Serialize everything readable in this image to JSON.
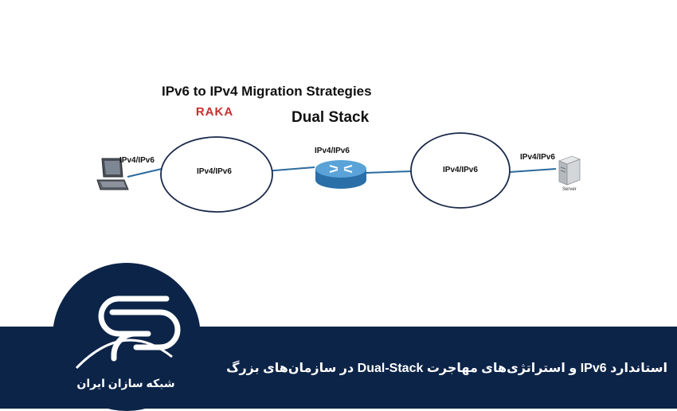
{
  "diagram": {
    "title": "IPv6 to IPv4 Migration Strategies",
    "brand": "RAKA",
    "subtitle": "Dual Stack",
    "labels": {
      "laptop": "IPv4/IPv6",
      "left_cloud": "IPv4/IPv6",
      "router": "IPv4/IPv6",
      "right_cloud": "IPv4/IPv6",
      "server_link": "IPv4/IPv6",
      "server": "Server"
    }
  },
  "banner": {
    "headline": "استاندارد IPv6 و استراتژی‌های مهاجرت Dual-Stack در سازمان‌های بزرگ",
    "logo_text": "شبکه سازان ایران"
  },
  "colors": {
    "banner_bg": "#0c2448",
    "brand_red": "#c3312f",
    "router_blue": "#3b86c4"
  }
}
